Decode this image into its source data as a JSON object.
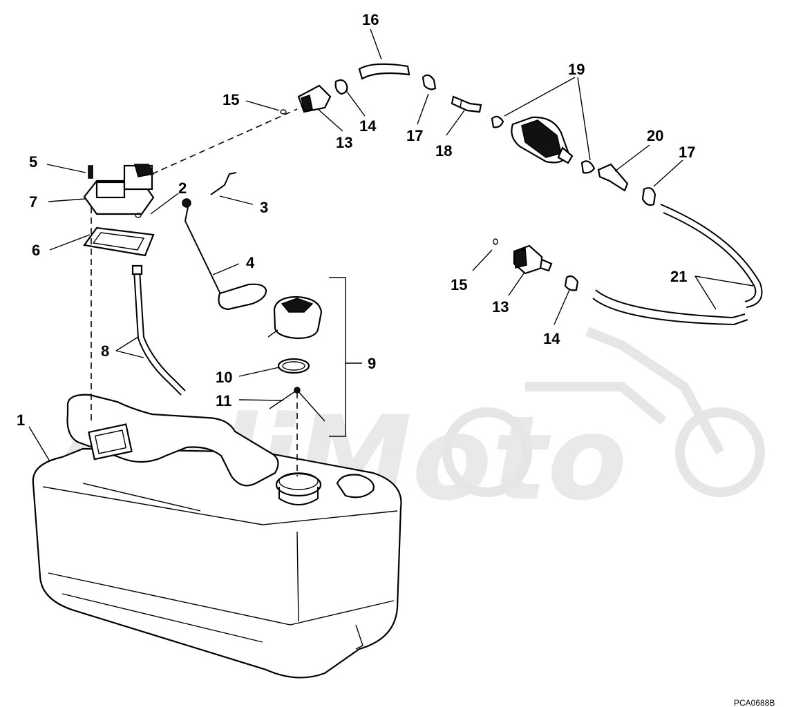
{
  "diagram": {
    "watermark": "AeliMoto",
    "reference_code": "PCA0688B",
    "callouts": [
      {
        "id": "c1",
        "label": "1"
      },
      {
        "id": "c2",
        "label": "2"
      },
      {
        "id": "c3",
        "label": "3"
      },
      {
        "id": "c4",
        "label": "4"
      },
      {
        "id": "c5",
        "label": "5"
      },
      {
        "id": "c6",
        "label": "6"
      },
      {
        "id": "c7",
        "label": "7"
      },
      {
        "id": "c8",
        "label": "8"
      },
      {
        "id": "c9",
        "label": "9"
      },
      {
        "id": "c10",
        "label": "10"
      },
      {
        "id": "c11",
        "label": "11"
      },
      {
        "id": "c13a",
        "label": "13"
      },
      {
        "id": "c13b",
        "label": "13"
      },
      {
        "id": "c14a",
        "label": "14"
      },
      {
        "id": "c14b",
        "label": "14"
      },
      {
        "id": "c15a",
        "label": "15"
      },
      {
        "id": "c15b",
        "label": "15"
      },
      {
        "id": "c16",
        "label": "16"
      },
      {
        "id": "c17a",
        "label": "17"
      },
      {
        "id": "c17b",
        "label": "17"
      },
      {
        "id": "c18",
        "label": "18"
      },
      {
        "id": "c19",
        "label": "19"
      },
      {
        "id": "c20",
        "label": "20"
      },
      {
        "id": "c21",
        "label": "21"
      }
    ]
  }
}
